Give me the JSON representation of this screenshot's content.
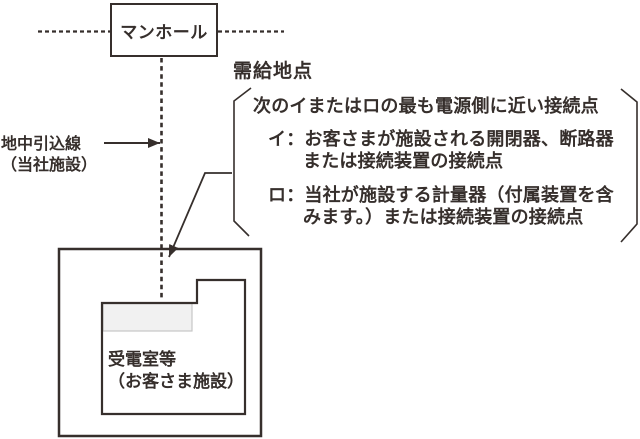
{
  "diagram": {
    "title_context": "underground-service-connection-diagram",
    "colors": {
      "ink": "#362f2c",
      "background": "#ffffff",
      "meter_area_fill": "#f1f1f1",
      "meter_area_border": "#c6c6c6"
    },
    "manhole": {
      "label": "マンホール"
    },
    "service_line": {
      "label_line1": "地中引込線",
      "label_line2": "（当社施設）"
    },
    "supply_point": {
      "heading": "需給地点",
      "note_lines": [
        "次のイまたはロの最も電源側に近い接続点",
        "イ：お客さまが施設される開閉器、断路器",
        "または接続装置の接続点",
        "ロ：当社が施設する計量器（付属装置を含",
        "みます。）または接続装置の接続点"
      ]
    },
    "building": {
      "room_label_line1": "受電室等",
      "room_label_line2": "（お客さま施設）"
    }
  }
}
